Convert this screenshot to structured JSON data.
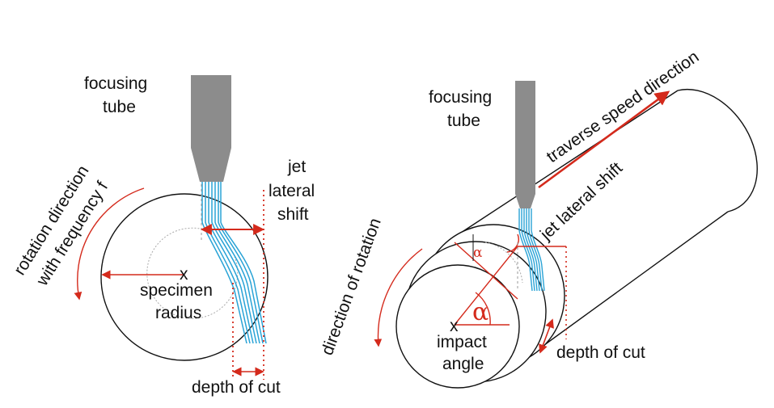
{
  "colors": {
    "tube": "#8c8c8c",
    "jet": "#29a3d6",
    "arrow": "#d42a1c",
    "line": "#111111",
    "dashed": "#9a9a9a"
  },
  "left": {
    "focusing_tube": [
      "focusing",
      "tube"
    ],
    "jet_lateral_shift": [
      "jet",
      "lateral",
      "shift"
    ],
    "rotation_direction": [
      "rotation direction",
      "with frequency f"
    ],
    "specimen_radius": [
      "specimen",
      "radius"
    ],
    "center_mark": "x",
    "depth_of_cut": "depth of cut"
  },
  "right": {
    "focusing_tube": [
      "focusing",
      "tube"
    ],
    "traverse_speed_direction": "traverse speed direction",
    "jet_lateral_shift": "jet lateral shift",
    "direction_of_rotation": "direction of rotation",
    "alpha_small": "α",
    "alpha_large": "α",
    "impact_angle": [
      "impact",
      "angle"
    ],
    "center_mark": "x",
    "depth_of_cut": "depth of cut"
  }
}
